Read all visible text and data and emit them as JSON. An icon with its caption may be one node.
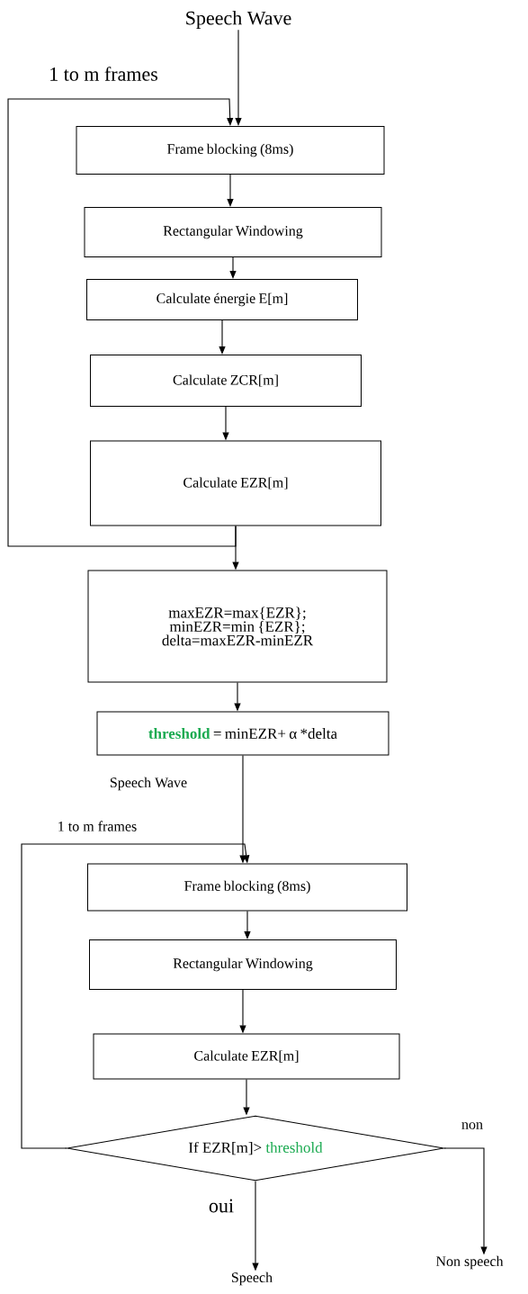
{
  "diagram": {
    "nodes": [
      {
        "text": [
          "Speech Wave"
        ]
      },
      {
        "text": [
          "Frame blocking (8ms)"
        ]
      },
      {
        "text": [
          "Rectangular Windowing"
        ]
      },
      {
        "text": [
          "Calculate énergie E[m]"
        ]
      },
      {
        "text": [
          "Calculate  ZCR[m]"
        ]
      },
      {
        "text": [
          "Calculate  EZR[m]"
        ]
      },
      {
        "text": [
          "maxEZR=max{EZR}; minEZR=min {EZR}; delta=maxEZR-minEZR"
        ]
      },
      {
        "text": [
          "threshold",
          "= minEZR+ α *delta"
        ]
      },
      {
        "text": [
          "Frame blocking (8ms)"
        ]
      },
      {
        "text": [
          "Rectangular Windowing"
        ]
      },
      {
        "text": [
          "Calculate  EZR[m]"
        ]
      },
      {
        "text": [
          "If EZR[m]>",
          "threshold"
        ]
      },
      {
        "text": [
          "Speech"
        ]
      },
      {
        "text": [
          "Non speech"
        ]
      }
    ],
    "edges": [
      {
        "from": 0,
        "to": 1,
        "arrow": "to"
      },
      {
        "from": 5,
        "to": 1,
        "arrow": "to",
        "label": "1 to m frames"
      },
      {
        "from": 1,
        "to": 2,
        "arrow": "to"
      },
      {
        "from": 2,
        "to": 3,
        "arrow": "to"
      },
      {
        "from": 3,
        "to": 4,
        "arrow": "to"
      },
      {
        "from": 4,
        "to": 5,
        "arrow": "to"
      },
      {
        "from": 5,
        "to": 6,
        "arrow": "to"
      },
      {
        "from": 6,
        "to": 7,
        "arrow": "to"
      },
      {
        "from": 7,
        "to": 8,
        "arrow": "to"
      },
      {
        "from": 11,
        "to": 8,
        "arrow": "to",
        "label": "1 to m frames"
      },
      {
        "from": 8,
        "to": 9,
        "arrow": "to"
      },
      {
        "from": 9,
        "to": 10,
        "arrow": "to"
      },
      {
        "from": 10,
        "to": 11,
        "arrow": "to"
      },
      {
        "from": 11,
        "to": 12,
        "arrow": "to",
        "label": "oui"
      },
      {
        "from": 11,
        "to": 13,
        "arrow": "to",
        "label": "non"
      }
    ],
    "labels": [
      "Speech Wave"
    ]
  }
}
